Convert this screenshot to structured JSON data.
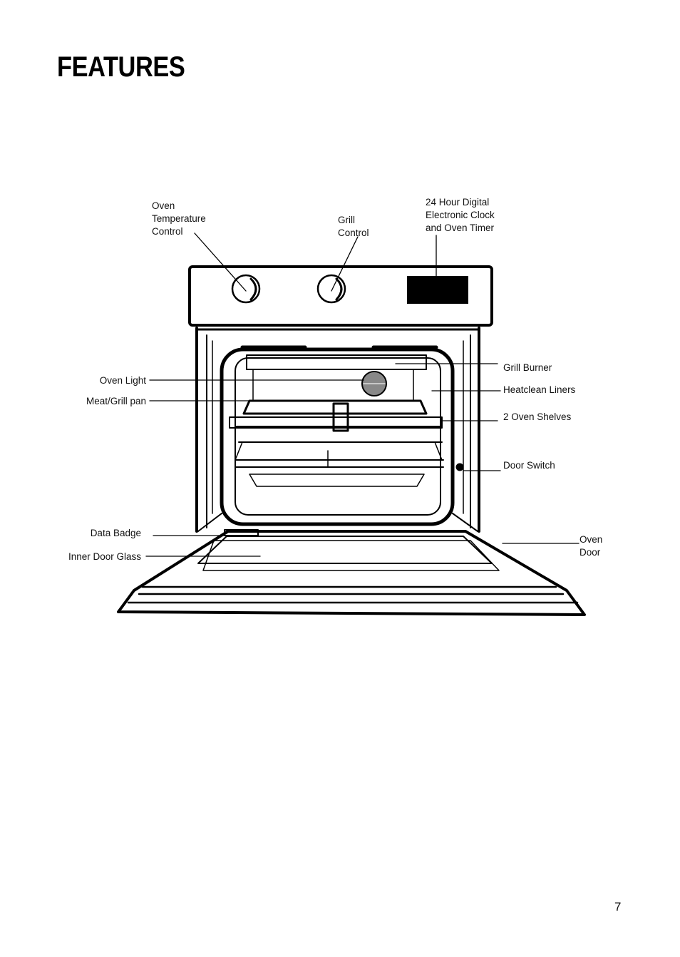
{
  "page": {
    "title": "FEATURES",
    "page_number": "7"
  },
  "labels": {
    "oven_temperature_control": "Oven\nTemperature\nControl",
    "grill_control": "Grill\nControl",
    "clock_timer": "24 Hour Digital\nElectronic Clock\nand Oven Timer",
    "grill_burner": "Grill Burner",
    "heatclean_liners": "Heatclean Liners",
    "oven_shelves": "2 Oven Shelves",
    "door_switch": "Door Switch",
    "oven_door": "Oven\nDoor",
    "oven_light": "Oven Light",
    "meat_grill_pan": "Meat/Grill pan",
    "data_badge": "Data Badge",
    "inner_door_glass": "Inner Door Glass"
  }
}
